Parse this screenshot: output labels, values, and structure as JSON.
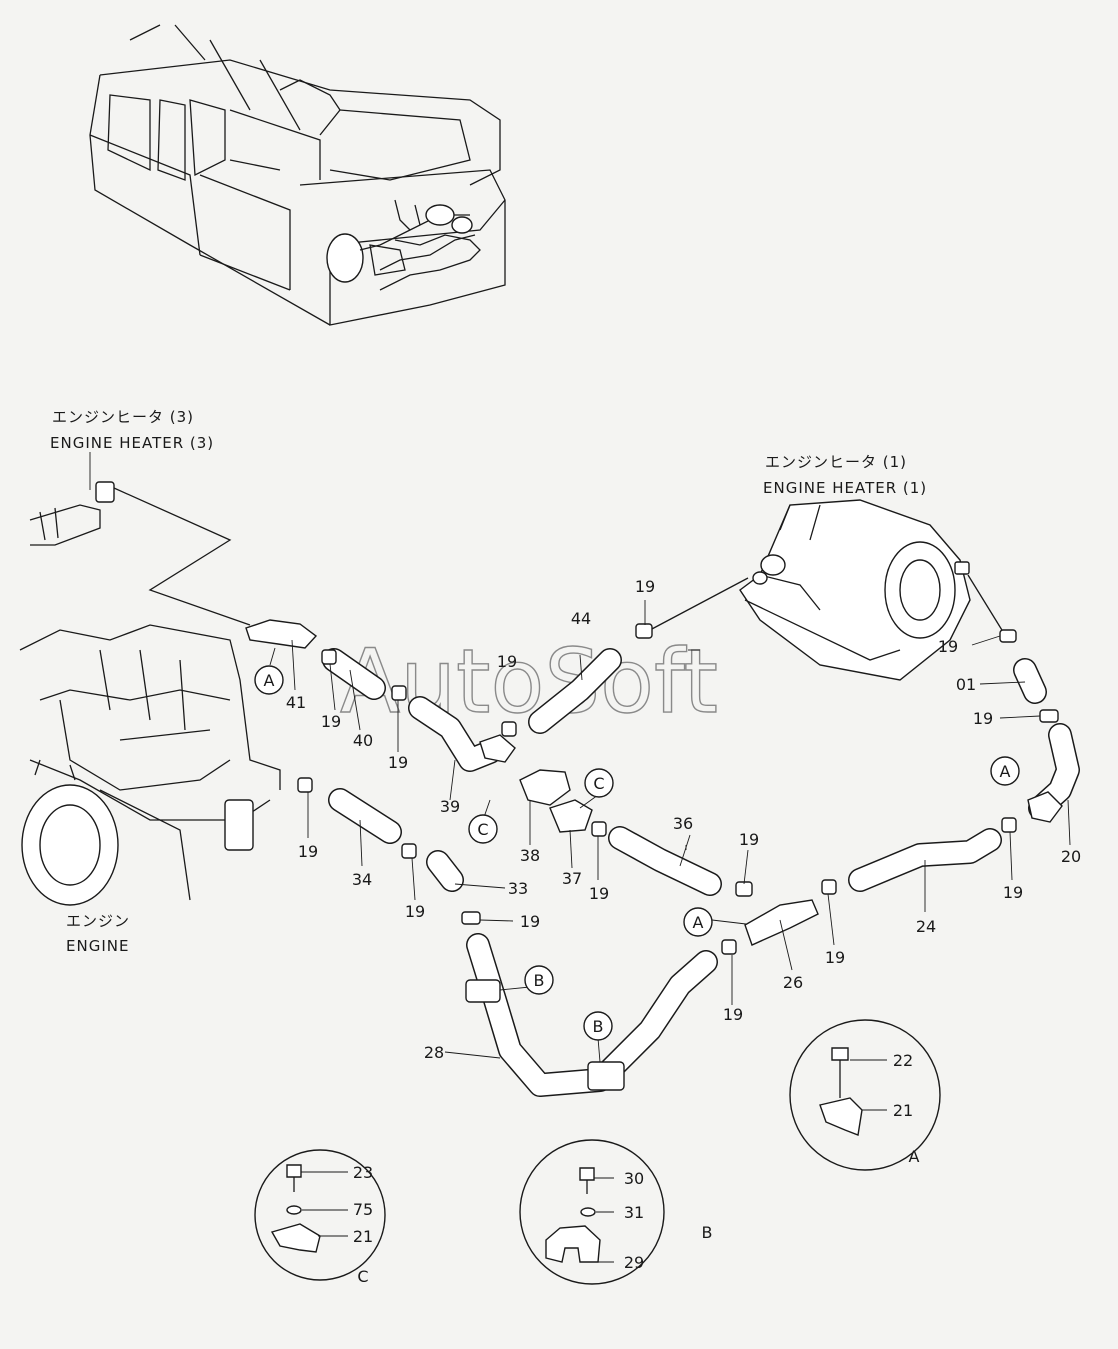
{
  "watermark": "AutoSoft",
  "headings": {
    "heater3_jp": "エンジンヒータ (3)",
    "heater3_en": "ENGINE HEATER (3)",
    "heater1_jp": "エンジンヒータ (1)",
    "heater1_en": "ENGINE HEATER (1)",
    "engine_jp": "エンジン",
    "engine_en": "ENGINE"
  },
  "callouts": [
    {
      "id": "c41",
      "text": "41"
    },
    {
      "id": "c19a",
      "text": "19"
    },
    {
      "id": "c40",
      "text": "40"
    },
    {
      "id": "c19b",
      "text": "19"
    },
    {
      "id": "c19c",
      "text": "19"
    },
    {
      "id": "c44",
      "text": "44"
    },
    {
      "id": "c19d",
      "text": "19"
    },
    {
      "id": "c19e",
      "text": "19"
    },
    {
      "id": "c01",
      "text": "01"
    },
    {
      "id": "c19f",
      "text": "19"
    },
    {
      "id": "c39",
      "text": "39"
    },
    {
      "id": "c38",
      "text": "38"
    },
    {
      "id": "c37",
      "text": "37"
    },
    {
      "id": "c19g",
      "text": "19"
    },
    {
      "id": "c36",
      "text": "36"
    },
    {
      "id": "c19h",
      "text": "19"
    },
    {
      "id": "c34",
      "text": "34"
    },
    {
      "id": "c19i",
      "text": "19"
    },
    {
      "id": "c33",
      "text": "33"
    },
    {
      "id": "c19j",
      "text": "19"
    },
    {
      "id": "c19k",
      "text": "19"
    },
    {
      "id": "c26",
      "text": "26"
    },
    {
      "id": "c19l",
      "text": "19"
    },
    {
      "id": "c24",
      "text": "24"
    },
    {
      "id": "c19m",
      "text": "19"
    },
    {
      "id": "c20",
      "text": "20"
    },
    {
      "id": "c19n",
      "text": "19"
    },
    {
      "id": "c28",
      "text": "28"
    },
    {
      "id": "c22",
      "text": "22"
    },
    {
      "id": "c21a",
      "text": "21"
    },
    {
      "id": "c23",
      "text": "23"
    },
    {
      "id": "c75",
      "text": "75"
    },
    {
      "id": "c21b",
      "text": "21"
    },
    {
      "id": "c30",
      "text": "30"
    },
    {
      "id": "c31",
      "text": "31"
    },
    {
      "id": "c29",
      "text": "29"
    }
  ],
  "markers": [
    {
      "id": "mA1",
      "text": "A"
    },
    {
      "id": "mC1",
      "text": "C"
    },
    {
      "id": "mC2",
      "text": "C"
    },
    {
      "id": "mA2",
      "text": "A"
    },
    {
      "id": "mA3",
      "text": "A"
    },
    {
      "id": "mB1",
      "text": "B"
    },
    {
      "id": "mB2",
      "text": "B"
    }
  ],
  "details": {
    "A": "A",
    "B": "B",
    "C": "C"
  },
  "colors": {
    "ink": "#1a1a1a",
    "paper": "#f4f4f2",
    "watermark": "#8a8a8a"
  }
}
